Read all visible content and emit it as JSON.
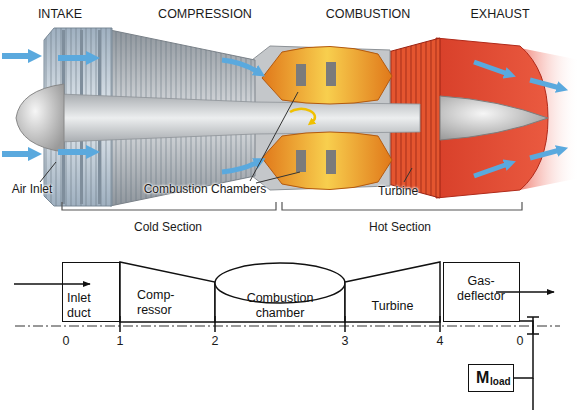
{
  "diagram": {
    "nodes": [
      {
        "text": [
          "Inlet duct"
        ]
      },
      {
        "text": [
          "Comp- ressor"
        ]
      },
      {
        "text": [
          "Combustion chamber"
        ]
      },
      {
        "text": [
          "Turbine"
        ]
      },
      {
        "text": [
          "Gas- deflector"
        ]
      },
      {
        "text": [
          "M",
          "load"
        ]
      }
    ],
    "edges": [
      {
        "from": 4,
        "to": 5,
        "arrow": "none"
      }
    ],
    "labels": [
      "INTAKE",
      "COMPRESSION",
      "COMBUSTION",
      "EXHAUST",
      "Air Inlet",
      "Combustion Chambers",
      "Turbine",
      "Cold Section",
      "Hot Section",
      "0",
      "1",
      "2",
      "3",
      "4",
      "0"
    ]
  }
}
